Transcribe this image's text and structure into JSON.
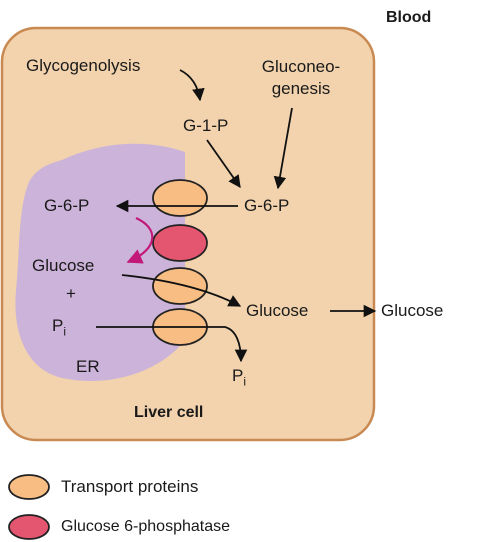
{
  "diagram": {
    "blood_label": "Blood",
    "cell_label": "Liver cell",
    "er_label": "ER",
    "glycogenolysis": "Glycogenolysis",
    "gluconeo_line1": "Gluconeo-",
    "gluconeo_line2": "genesis",
    "g1p": "G-1-P",
    "g6p_cyto": "G-6-P",
    "g6p_er": "G-6-P",
    "glucose_er": "Glucose",
    "plus": "+",
    "pi_er": "P",
    "pi_er_sub": "i",
    "glucose_cyto": "Glucose",
    "glucose_blood": "Glucose",
    "pi_cyto": "P",
    "pi_cyto_sub": "i"
  },
  "legend": {
    "transport": "Transport proteins",
    "phosphatase": "Glucose 6-phosphatase"
  },
  "colors": {
    "cell_fill": "#f2d3ad",
    "cell_stroke": "#c88a52",
    "er_fill": "#ccb3d9",
    "transport_fill": "#f7bd82",
    "phosphatase_fill": "#e4556f",
    "magenta_arrow": "#c2187a"
  }
}
